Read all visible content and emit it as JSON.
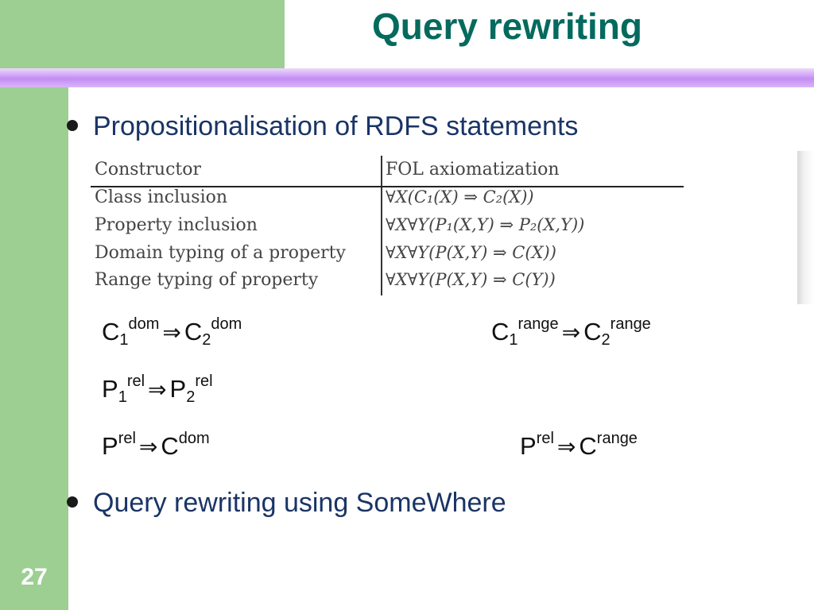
{
  "slide": {
    "title": "Query rewriting",
    "number": "27"
  },
  "bullets": [
    "Propositionalisation of RDFS statements",
    "Query rewriting using SomeWhere"
  ],
  "table": {
    "header": [
      "Constructor",
      "FOL axiomatization"
    ],
    "rows": [
      [
        "Class inclusion",
        "∀X(C₁(X) ⇒ C₂(X))"
      ],
      [
        "Property inclusion",
        "∀X∀Y(P₁(X,Y) ⇒ P₂(X,Y))"
      ],
      [
        "Domain typing of a property",
        "∀X∀Y(P(X,Y) ⇒ C(X))"
      ],
      [
        "Range typing of property",
        "∀X∀Y(P(X,Y) ⇒ C(Y))"
      ]
    ]
  },
  "mappings": {
    "m1": {
      "lhs": "C",
      "lhs_sub": "1",
      "lhs_sup": "dom",
      "arrow": "⇒",
      "rhs": "C",
      "rhs_sub": "2",
      "rhs_sup": "dom"
    },
    "m2": {
      "lhs": "C",
      "lhs_sub": "1",
      "lhs_sup": "range",
      "arrow": "⇒",
      "rhs": "C",
      "rhs_sub": "2",
      "rhs_sup": "range"
    },
    "m3": {
      "lhs": "P",
      "lhs_sub": "1",
      "lhs_sup": "rel",
      "arrow": "⇒",
      "rhs": "P",
      "rhs_sub": "2",
      "rhs_sup": "rel"
    },
    "m4": {
      "lhs": "P",
      "lhs_sup": "rel",
      "arrow": "⇒",
      "rhs": "C",
      "rhs_sup": "dom"
    },
    "m5": {
      "lhs": "P",
      "lhs_sup": "rel",
      "arrow": "⇒",
      "rhs": "C",
      "rhs_sup": "range"
    }
  },
  "colors": {
    "sidebar": "#9dcf92",
    "band": "#c48df5",
    "title": "#056a5e",
    "text": "#1a3466"
  }
}
